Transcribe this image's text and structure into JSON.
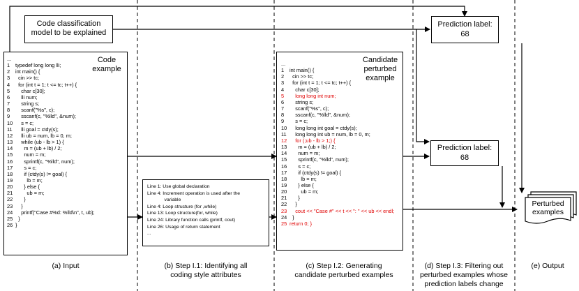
{
  "model_box": {
    "line1": "Code classification",
    "line2": "model to be explained"
  },
  "code_example": {
    "title_line1": "Code",
    "title_line2": "example",
    "ellipsis": "...",
    "lines": [
      {
        "n": "1",
        "t": "typedef long long lli;"
      },
      {
        "n": "2",
        "t": "int main() {"
      },
      {
        "n": "3",
        "t": "  cin >> tc;"
      },
      {
        "n": "4",
        "t": "  for (int t = 1; t <= tc; t++) {"
      },
      {
        "n": "5",
        "t": "    char c[30];"
      },
      {
        "n": "6",
        "t": "    lli num;"
      },
      {
        "n": "7",
        "t": "    string s;"
      },
      {
        "n": "8",
        "t": "    scanf(\"%s\", c);"
      },
      {
        "n": "9",
        "t": "    sscanf(c, \"%lld\", &num);"
      },
      {
        "n": "10",
        "t": "    s = c;"
      },
      {
        "n": "11",
        "t": "    lli goal = ctdy(s);"
      },
      {
        "n": "12",
        "t": "    lli ub = num, lb = 0, m;"
      },
      {
        "n": "13",
        "t": "    while (ub - lb > 1) {"
      },
      {
        "n": "14",
        "t": "      m = (ub + lb) / 2;"
      },
      {
        "n": "15",
        "t": "      num = m;"
      },
      {
        "n": "16",
        "t": "      sprintf(c, \"%lld\", num);"
      },
      {
        "n": "17",
        "t": "      s = c;"
      },
      {
        "n": "18",
        "t": "      if (ctdy(s) != goal) {"
      },
      {
        "n": "19",
        "t": "        lb = m;"
      },
      {
        "n": "20",
        "t": "      } else {"
      },
      {
        "n": "21",
        "t": "        ub = m;"
      },
      {
        "n": "22",
        "t": "      }"
      },
      {
        "n": "23",
        "t": "    }"
      },
      {
        "n": "24",
        "t": "    printf(\"Case #%d: %lld\\n\", t, ub);"
      },
      {
        "n": "25",
        "t": "  }"
      },
      {
        "n": "26",
        "t": "}"
      }
    ]
  },
  "attributes": {
    "items": [
      {
        "t": "Line 1: Use global declaration",
        "red": true
      },
      {
        "t": "Line 4: Increment operation is used after the",
        "red": false
      },
      {
        "t": "             variable",
        "red": false
      },
      {
        "t": "Line 4: Loop structure (for ,while)",
        "red": false
      },
      {
        "t": "Line 13: Loop structure(for, while)",
        "red": true
      },
      {
        "t": "Line 24: Library function calls (printf, cout)",
        "red": true
      },
      {
        "t": "Line 26: Usage of return statement",
        "red": true
      },
      {
        "t": "...",
        "red": false
      }
    ]
  },
  "candidate": {
    "title_line1": "Candidate",
    "title_line2": "perturbed",
    "title_line3": "example",
    "ellipsis": "...",
    "lines": [
      {
        "n": "1",
        "t": "int main() {",
        "red": false
      },
      {
        "n": "2",
        "t": "  cin >> tc;",
        "red": false
      },
      {
        "n": "3",
        "t": "  for (int t = 1; t <= tc; t++) {",
        "red": false
      },
      {
        "n": "4",
        "t": "    char c[30];",
        "red": false
      },
      {
        "n": "5",
        "t": "    long long int num;",
        "red": true
      },
      {
        "n": "6",
        "t": "    string s;",
        "red": false
      },
      {
        "n": "7",
        "t": "    scanf(\"%s\", c);",
        "red": false
      },
      {
        "n": "8",
        "t": "    sscanf(c, \"%lld\", &num);",
        "red": false
      },
      {
        "n": "9",
        "t": "    s = c;",
        "red": false
      },
      {
        "n": "10",
        "t": "    long long int goal = ctdy(s);",
        "red": false
      },
      {
        "n": "11",
        "t": "    long long int ub = num, lb = 0, m;",
        "red": false
      },
      {
        "n": "12",
        "t": "    for (;ub - lb > 1;) {",
        "red": true
      },
      {
        "n": "13",
        "t": "      m = (ub + lb) / 2;",
        "red": false
      },
      {
        "n": "14",
        "t": "      num = m;",
        "red": false
      },
      {
        "n": "15",
        "t": "      sprintf(c, \"%lld\", num);",
        "red": false
      },
      {
        "n": "16",
        "t": "      s = c;",
        "red": false
      },
      {
        "n": "17",
        "t": "      if (ctdy(s) != goal) {",
        "red": false
      },
      {
        "n": "18",
        "t": "        lb = m;",
        "red": false
      },
      {
        "n": "19",
        "t": "      } else {",
        "red": false
      },
      {
        "n": "20",
        "t": "        ub = m;",
        "red": false
      },
      {
        "n": "21",
        "t": "      }",
        "red": false
      },
      {
        "n": "22",
        "t": "    }",
        "red": false
      },
      {
        "n": "23",
        "t": "    cout << \"Case #\" << t << \": \" << ub << endl;",
        "red": true
      },
      {
        "n": "24",
        "t": "  }",
        "red": false
      },
      {
        "n": "25",
        "t": "return 0; }",
        "red": true
      }
    ]
  },
  "prediction_top": {
    "line1": "Prediction label:",
    "line2": "68"
  },
  "prediction_mid": {
    "line1": "Prediction label:",
    "line2": "68"
  },
  "output": {
    "line1": "Perturbed",
    "line2": "examples"
  },
  "steps": {
    "a": "(a) Input",
    "b_line1": "(b) Step I.1: Identifying all",
    "b_line2": "coding style attributes",
    "c_line1": "(c) Step I.2: Generating",
    "c_line2": "candidate perturbed examples",
    "d_line1": "(d) Step I.3: Filtering out",
    "d_line2": "perturbed examples whose",
    "d_line3": "prediction labels change",
    "e": "(e) Output"
  },
  "colors": {
    "red": "#e00000",
    "line": "#000000"
  }
}
